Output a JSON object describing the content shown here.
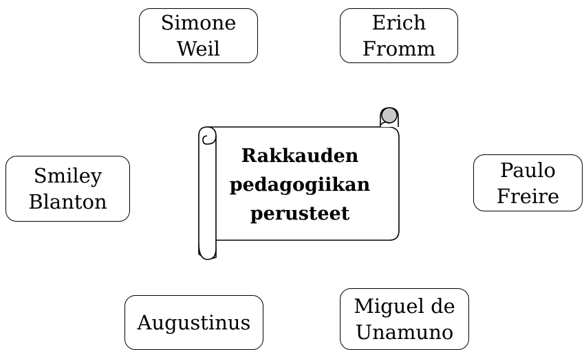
{
  "diagram": {
    "center": {
      "lines": [
        "Rakkauden",
        "pedagogiikan",
        "perusteet"
      ]
    },
    "nodes": [
      {
        "id": "weil",
        "lines": [
          "Simone",
          "Weil"
        ]
      },
      {
        "id": "fromm",
        "lines": [
          "Erich",
          "Fromm"
        ]
      },
      {
        "id": "blanton",
        "lines": [
          "Smiley",
          "Blanton"
        ]
      },
      {
        "id": "freire",
        "lines": [
          "Paulo",
          "Freire"
        ]
      },
      {
        "id": "augustinus",
        "lines": [
          "Augustinus"
        ]
      },
      {
        "id": "unamuno",
        "lines": [
          "Miguel de",
          "Unamuno"
        ]
      }
    ]
  },
  "colors": {
    "stroke": "#000000",
    "scroll_curl_fill": "#c8c8c8",
    "background": "#ffffff"
  }
}
